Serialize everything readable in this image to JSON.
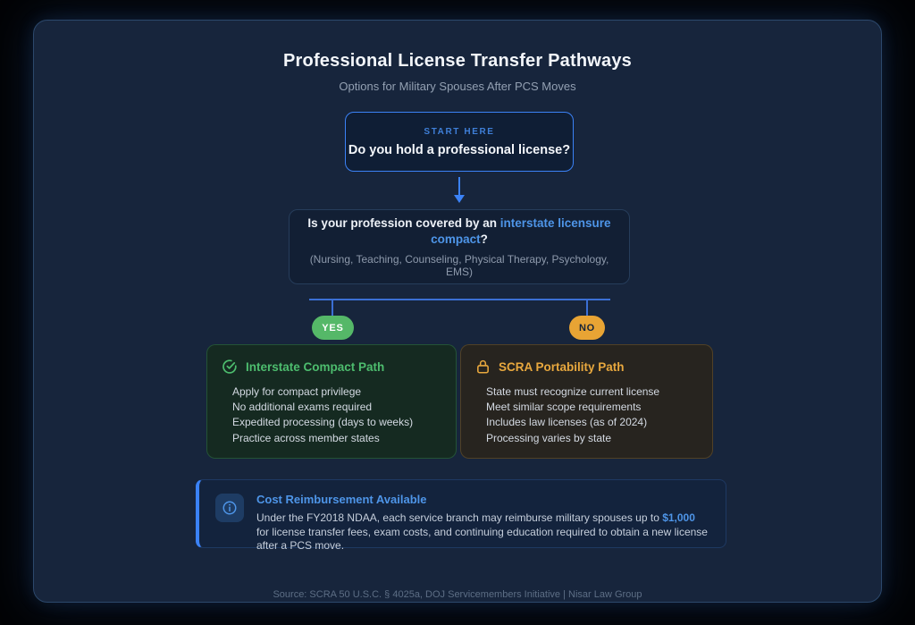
{
  "page": {
    "title": "Professional License Transfer Pathways",
    "subtitle": "Options for Military Spouses After PCS Moves",
    "source_line": "Source: SCRA 50 U.S.C. § 4025a, DOJ Servicemembers Initiative | Nisar Law Group"
  },
  "start_node": {
    "eyebrow": "START HERE",
    "question": "Do you hold a professional license?"
  },
  "decision_node": {
    "question_prefix": "Is your profession covered by an ",
    "question_link": "interstate licensure compact",
    "question_suffix": "?",
    "examples": "(Nursing, Teaching, Counseling, Physical Therapy, Psychology, EMS)"
  },
  "branches": {
    "yes_label": "YES",
    "no_label": "NO"
  },
  "compact_card": {
    "icon": "check-circle-icon",
    "title": "Interstate Compact Path",
    "items": [
      "Apply for compact privilege",
      "No additional exams required",
      "Expedited processing (days to weeks)",
      "Practice across member states"
    ]
  },
  "scra_card": {
    "icon": "lock-icon",
    "title": "SCRA Portability Path",
    "items": [
      "State must recognize current license",
      "Meet similar scope requirements",
      "Includes law licenses (as of 2024)",
      "Processing varies by state"
    ]
  },
  "info_box": {
    "icon": "info-icon",
    "title": "Cost Reimbursement Available",
    "body_prefix": "Under the FY2018 NDAA, each service branch may reimburse military spouses up to ",
    "body_highlight": "$1,000",
    "body_suffix": " for license transfer fees, exam costs, and continuing education required to obtain a new license after a PCS move."
  },
  "colors": {
    "accent_blue": "#3b82f6",
    "link_blue": "#4e95e8",
    "yes_green": "#55b868",
    "no_orange": "#e8a434",
    "compact_green": "#4dbd6e",
    "scra_orange": "#e8a83e"
  }
}
